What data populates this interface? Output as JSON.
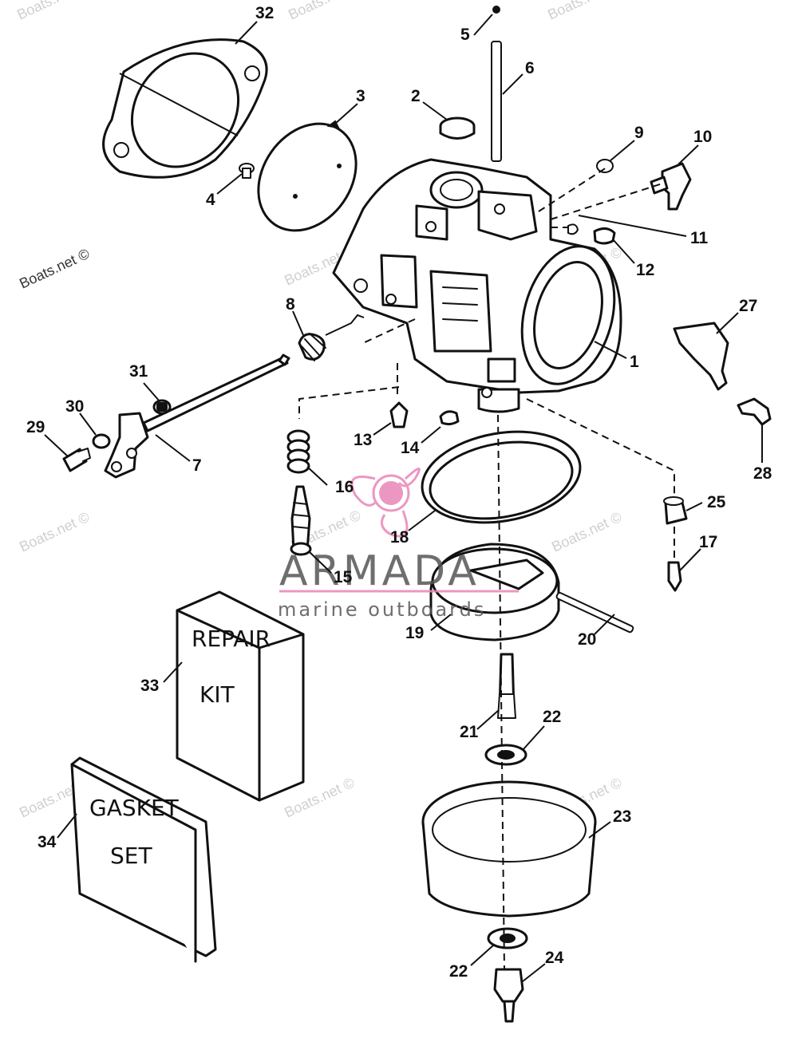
{
  "watermark": {
    "text": "Boats.net ©",
    "brand_name": "ARMADA",
    "brand_tagline": "marine outboards",
    "brand_color": "#e986b8"
  },
  "kits": {
    "repair_kit_line1": "REPAIR",
    "repair_kit_line2": "KIT",
    "gasket_set_line1": "GASKET",
    "gasket_set_line2": "SET"
  },
  "callouts": {
    "c1": "1",
    "c2": "2",
    "c3": "3",
    "c4": "4",
    "c5": "5",
    "c6": "6",
    "c7": "7",
    "c8": "8",
    "c9": "9",
    "c10": "10",
    "c11": "11",
    "c12": "12",
    "c13": "13",
    "c14": "14",
    "c15": "15",
    "c16": "16",
    "c17": "17",
    "c18": "18",
    "c19": "19",
    "c20": "20",
    "c21": "21",
    "c22a": "22",
    "c22b": "22",
    "c23": "23",
    "c24": "24",
    "c25": "25",
    "c27": "27",
    "c28": "28",
    "c29": "29",
    "c30": "30",
    "c31": "31",
    "c32": "32",
    "c33": "33",
    "c34": "34"
  }
}
